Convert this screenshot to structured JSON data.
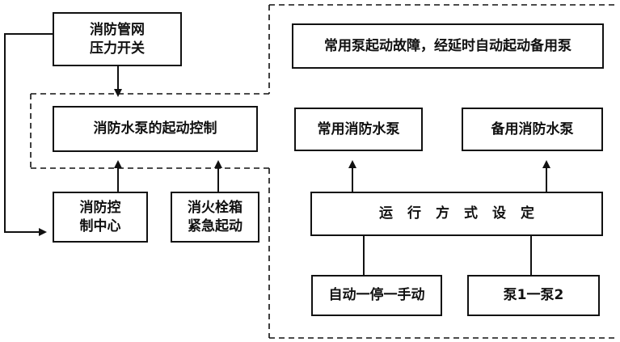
{
  "diagram": {
    "nodes": {
      "pressure_switch": "消防管网\n压力开关",
      "pump_start_control": "消防水泵的起动控制",
      "fire_control_center": "消防控\n制中心",
      "hydrant_emergency_start": "消火栓箱\n紧急起动",
      "fault_note": "常用泵起动故障，经延时自动起动备用泵",
      "main_pump": "常用消防水泵",
      "backup_pump": "备用消防水泵",
      "operation_mode": "运行方式设定",
      "auto_stop_manual": "自动一停一手动",
      "pump_select": "泵1一泵2"
    }
  }
}
